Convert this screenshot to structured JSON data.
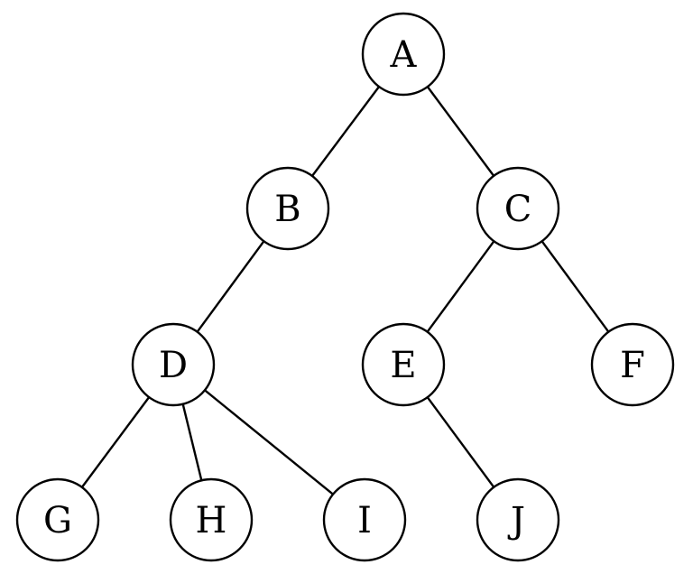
{
  "diagram": {
    "type": "tree",
    "nodes": [
      {
        "id": "A",
        "label": "A"
      },
      {
        "id": "B",
        "label": "B"
      },
      {
        "id": "C",
        "label": "C"
      },
      {
        "id": "D",
        "label": "D"
      },
      {
        "id": "E",
        "label": "E"
      },
      {
        "id": "F",
        "label": "F"
      },
      {
        "id": "G",
        "label": "G"
      },
      {
        "id": "H",
        "label": "H"
      },
      {
        "id": "I",
        "label": "I"
      },
      {
        "id": "J",
        "label": "J"
      }
    ],
    "edges": [
      {
        "from": "A",
        "to": "B"
      },
      {
        "from": "A",
        "to": "C"
      },
      {
        "from": "B",
        "to": "D"
      },
      {
        "from": "C",
        "to": "E"
      },
      {
        "from": "C",
        "to": "F"
      },
      {
        "from": "D",
        "to": "G"
      },
      {
        "from": "D",
        "to": "H"
      },
      {
        "from": "D",
        "to": "I"
      },
      {
        "from": "E",
        "to": "J"
      }
    ]
  }
}
